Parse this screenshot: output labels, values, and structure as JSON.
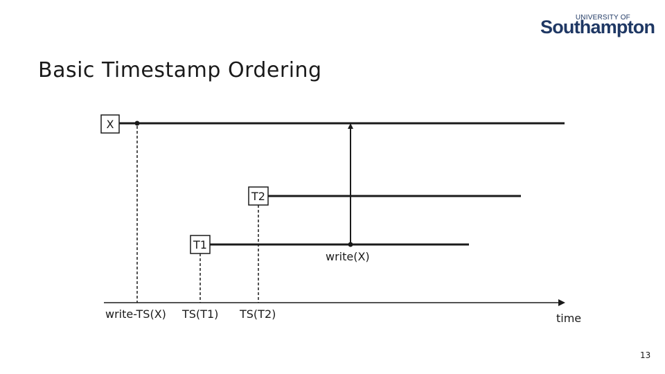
{
  "slide": {
    "title": "Basic Timestamp Ordering",
    "page_number": "13"
  },
  "logo": {
    "university_of": "UNIVERSITY OF",
    "name": "Southampton"
  },
  "diagram": {
    "boxes": {
      "x": "X",
      "t2": "T2",
      "t1": "T1"
    },
    "labels": {
      "write_ts_x": "write-TS(X)",
      "ts_t1": "TS(T1)",
      "ts_t2": "TS(T2)",
      "write_x": "write(X)",
      "time": "time"
    },
    "colors": {
      "line": "#1a1a1a"
    }
  }
}
